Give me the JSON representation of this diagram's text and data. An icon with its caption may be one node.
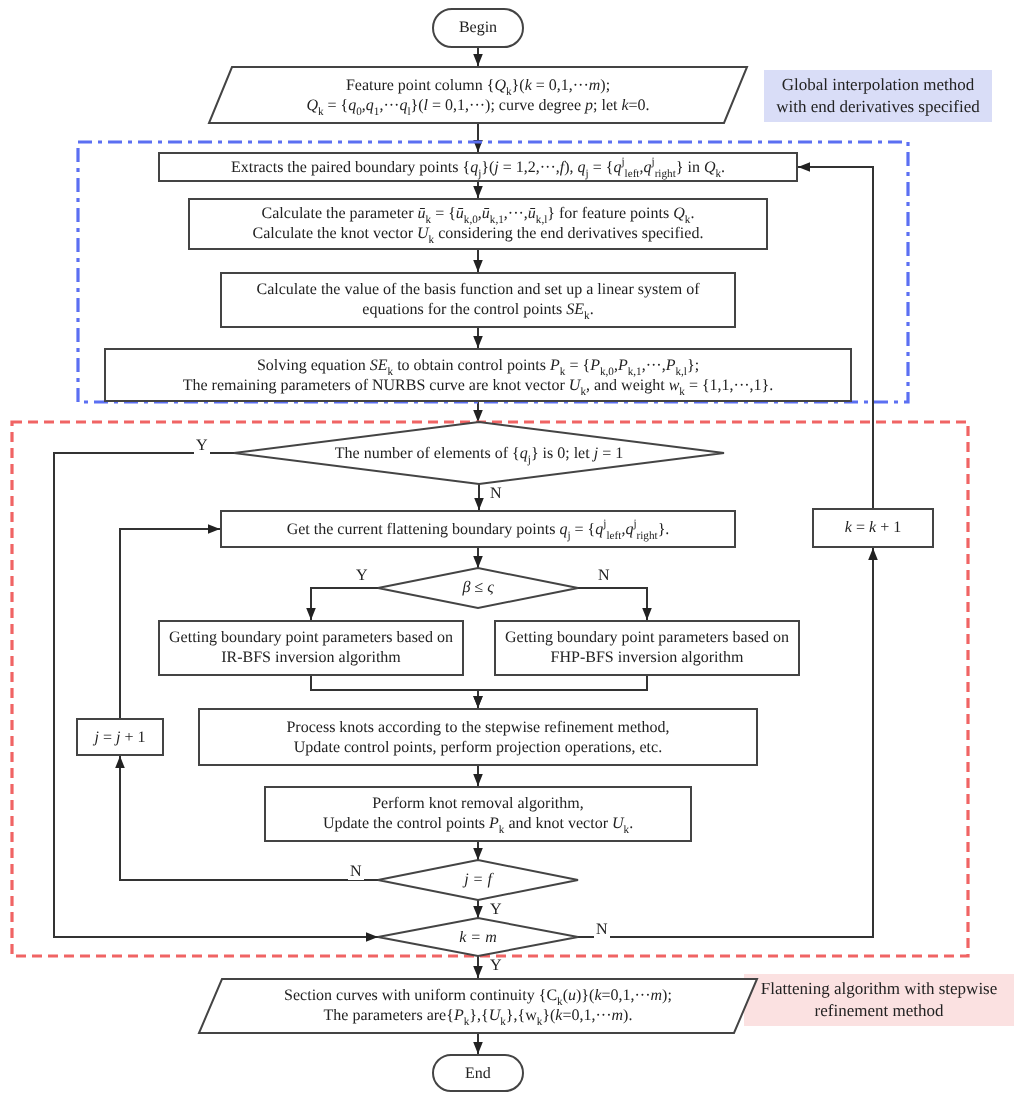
{
  "diagram": {
    "nodes": [
      {
        "text": [
          "Begin"
        ]
      },
      {
        "text": [
          "Feature point column {*Q*$_{k}$}(*k* = 0,1,···*m*);",
          "*Q*$_{k}$ = {*q*$_{0}$,*q*$_{1}$,···*q*$_{l}$}(*l* = 0,1,···); curve degree *p*; let *k*=0."
        ]
      },
      {
        "text": [
          "Global interpolation method with end derivatives specified"
        ]
      },
      {
        "text": [
          "Extracts the paired boundary points {*q*$_{j}$}(*j* = 1,2,···,*f*), *q*$_{j}$ = {*q*$^{j}$$_{left}$,*q*$^{j}$$_{right}$} in *Q*$_{k}$."
        ],
        "in": 2
      },
      {
        "text": [
          "Calculate the parameter *ū*$_{k}$ = {*ū*$_{k,0}$,*ū*$_{k,1}$,···,*ū*$_{k,l}$} for feature points *Q*$_{k}$.",
          "Calculate the knot vector *U*$_{k}$ considering the end derivatives specified."
        ],
        "in": 2
      },
      {
        "text": [
          "Calculate the value of the basis function and set up a linear system of equations for the control points *SE*$_{k}$."
        ],
        "in": 2
      },
      {
        "text": [
          "Solving equation *SE*$_{k}$ to obtain control points *P*$_{k}$ = {*P*$_{k,0}$,*P*$_{k,1}$,···,*P*$_{k,l}$};",
          "The remaining parameters of NURBS curve are knot vector *U*$_{k}$, and weight *w*$_{k}$ = {1,1,···,1}."
        ],
        "in": 2
      },
      {
        "text": [
          "Flattening algorithm with stepwise refinement method"
        ]
      },
      {
        "text": [
          "The number of elements of {*q*$_{j}$} is 0; let *j* = 1"
        ],
        "in": 7
      },
      {
        "text": [
          "Get the current flattening boundary points *q*$_{j}$ = {*q*$^{j}$$_{left}$,*q*$^{j}$$_{right}$}."
        ],
        "in": 7
      },
      {
        "text": [
          "β ≤ ς"
        ],
        "in": 7
      },
      {
        "text": [
          "Getting boundary point parameters based on IR-BFS inversion algorithm"
        ],
        "in": 7
      },
      {
        "text": [
          "Getting boundary point parameters based on FHP-BFS inversion algorithm"
        ],
        "in": 7
      },
      {
        "text": [
          "Process knots according to the stepwise refinement method,",
          "Update control points, perform projection operations, etc."
        ],
        "in": 7
      },
      {
        "text": [
          "Perform knot removal algorithm,",
          "Update the control points *P*$_{k}$ and knot vector *U*$_{k}$."
        ],
        "in": 7
      },
      {
        "text": [
          "j = f"
        ],
        "in": 7
      },
      {
        "text": [
          "k = m"
        ],
        "in": 7
      },
      {
        "text": [
          "Section curves with uniform continuity {C$_{k}$(*u*)}(*k*=0,1,···*m*);",
          "The parameters are{*P*$_{k}$},{*U*$_{k}$},{w$_{k}$}(*k*=0,1,···*m*)."
        ]
      },
      {
        "text": [
          "End"
        ]
      },
      {
        "text": [
          "*k* = *k* + 1"
        ],
        "in": 7
      },
      {
        "text": [
          "*j* = *j* + 1"
        ],
        "in": 7
      }
    ],
    "edges": [
      {
        "from": 0,
        "to": 1,
        "arrow": "to"
      },
      {
        "from": 1,
        "to": 3,
        "arrow": "to"
      },
      {
        "from": 3,
        "to": 4,
        "arrow": "to"
      },
      {
        "from": 4,
        "to": 5,
        "arrow": "to"
      },
      {
        "from": 5,
        "to": 6,
        "arrow": "to"
      },
      {
        "from": 6,
        "to": 8,
        "arrow": "to"
      },
      {
        "from": 8,
        "to": 9,
        "arrow": "to",
        "label": "N"
      },
      {
        "from": 8,
        "to": 16,
        "arrow": "to",
        "label": "Y"
      },
      {
        "from": 9,
        "to": 10,
        "arrow": "to"
      },
      {
        "from": 10,
        "to": 11,
        "arrow": "to",
        "label": "Y"
      },
      {
        "from": 10,
        "to": 12,
        "arrow": "to",
        "label": "N"
      },
      {
        "from": 11,
        "to": 13,
        "arrow": "to"
      },
      {
        "from": 12,
        "to": 13,
        "arrow": "to"
      },
      {
        "from": 13,
        "to": 14,
        "arrow": "to"
      },
      {
        "from": 14,
        "to": 15,
        "arrow": "to"
      },
      {
        "from": 15,
        "to": 20,
        "arrow": "to",
        "label": "N"
      },
      {
        "from": 20,
        "to": 9,
        "arrow": "to"
      },
      {
        "from": 15,
        "to": 16,
        "arrow": "to",
        "label": "Y"
      },
      {
        "from": 16,
        "to": 19,
        "arrow": "to",
        "label": "N"
      },
      {
        "from": 19,
        "to": 3,
        "arrow": "to"
      },
      {
        "from": 16,
        "to": 17,
        "arrow": "to",
        "label": "Y"
      },
      {
        "from": 17,
        "to": 18,
        "arrow": "to"
      }
    ]
  }
}
